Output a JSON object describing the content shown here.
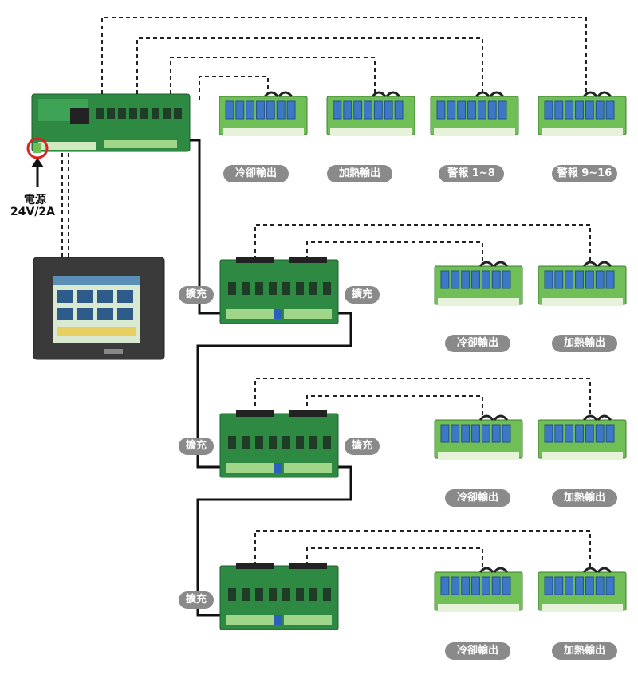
{
  "power": {
    "title": "電源",
    "spec": "24V/2A"
  },
  "main_outputs": [
    "冷卻輸出",
    "加熱輸出",
    "警報 1~8",
    "警報 9~16"
  ],
  "expansion_label": "擴充",
  "expansion_rows": [
    {
      "outputs": [
        "冷卻輸出",
        "加熱輸出"
      ]
    },
    {
      "outputs": [
        "冷卻輸出",
        "加熱輸出"
      ]
    },
    {
      "outputs": [
        "冷卻輸出",
        "加熱輸出"
      ]
    }
  ],
  "colors": {
    "board": "#2e8a43",
    "relay_base": "#6fbf56",
    "relay": "#3d78c6",
    "pill": "#8a8a8a",
    "ring": "#e02020"
  },
  "icons": [
    "power-connector-icon",
    "touch-panel-icon",
    "arrow-up-icon"
  ]
}
